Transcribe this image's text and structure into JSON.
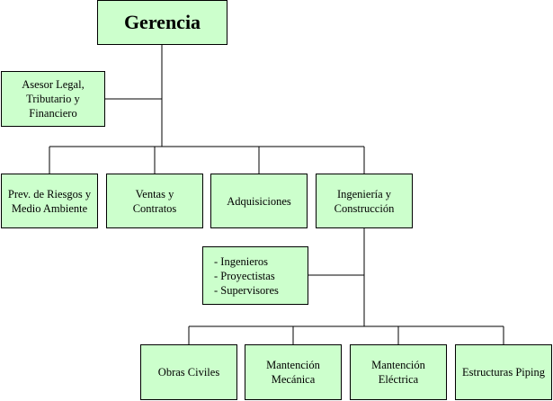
{
  "colors": {
    "box_fill": "#ccffcc",
    "box_border": "#000000",
    "connector": "#000000"
  },
  "org": {
    "gerencia": "Gerencia",
    "asesor": "Asesor Legal,\nTributario y\nFinanciero",
    "departments": [
      "Prev. de Riesgos y\nMedio Ambiente",
      "Ventas y\nContratos",
      "Adquisiciones",
      "Ingeniería y\nConstrucción"
    ],
    "staff": "- Ingenieros\n- Proyectistas\n- Supervisores",
    "units": [
      "Obras Civiles",
      "Mantención\nMecánica",
      "Mantención\nEléctrica",
      "Estructuras Piping"
    ]
  }
}
